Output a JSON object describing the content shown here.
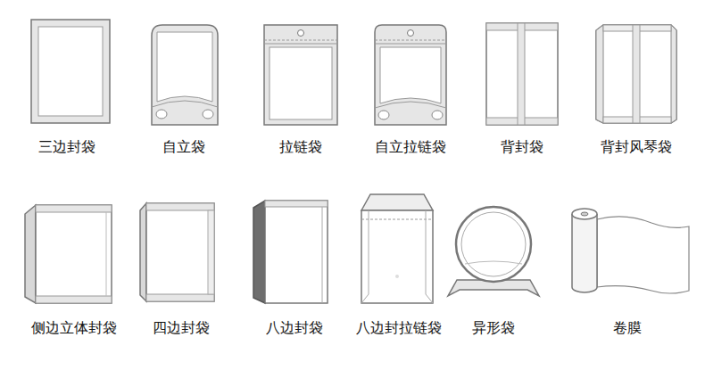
{
  "diagram": {
    "labels": [
      "三边封袋",
      "自立袋",
      "拉链袋",
      "自立拉链袋",
      "背封袋",
      "背封风琴袋",
      "侧边立体封袋",
      "四边封袋",
      "八边封袋",
      "八边封拉链袋",
      "异形袋",
      "卷膜"
    ]
  }
}
